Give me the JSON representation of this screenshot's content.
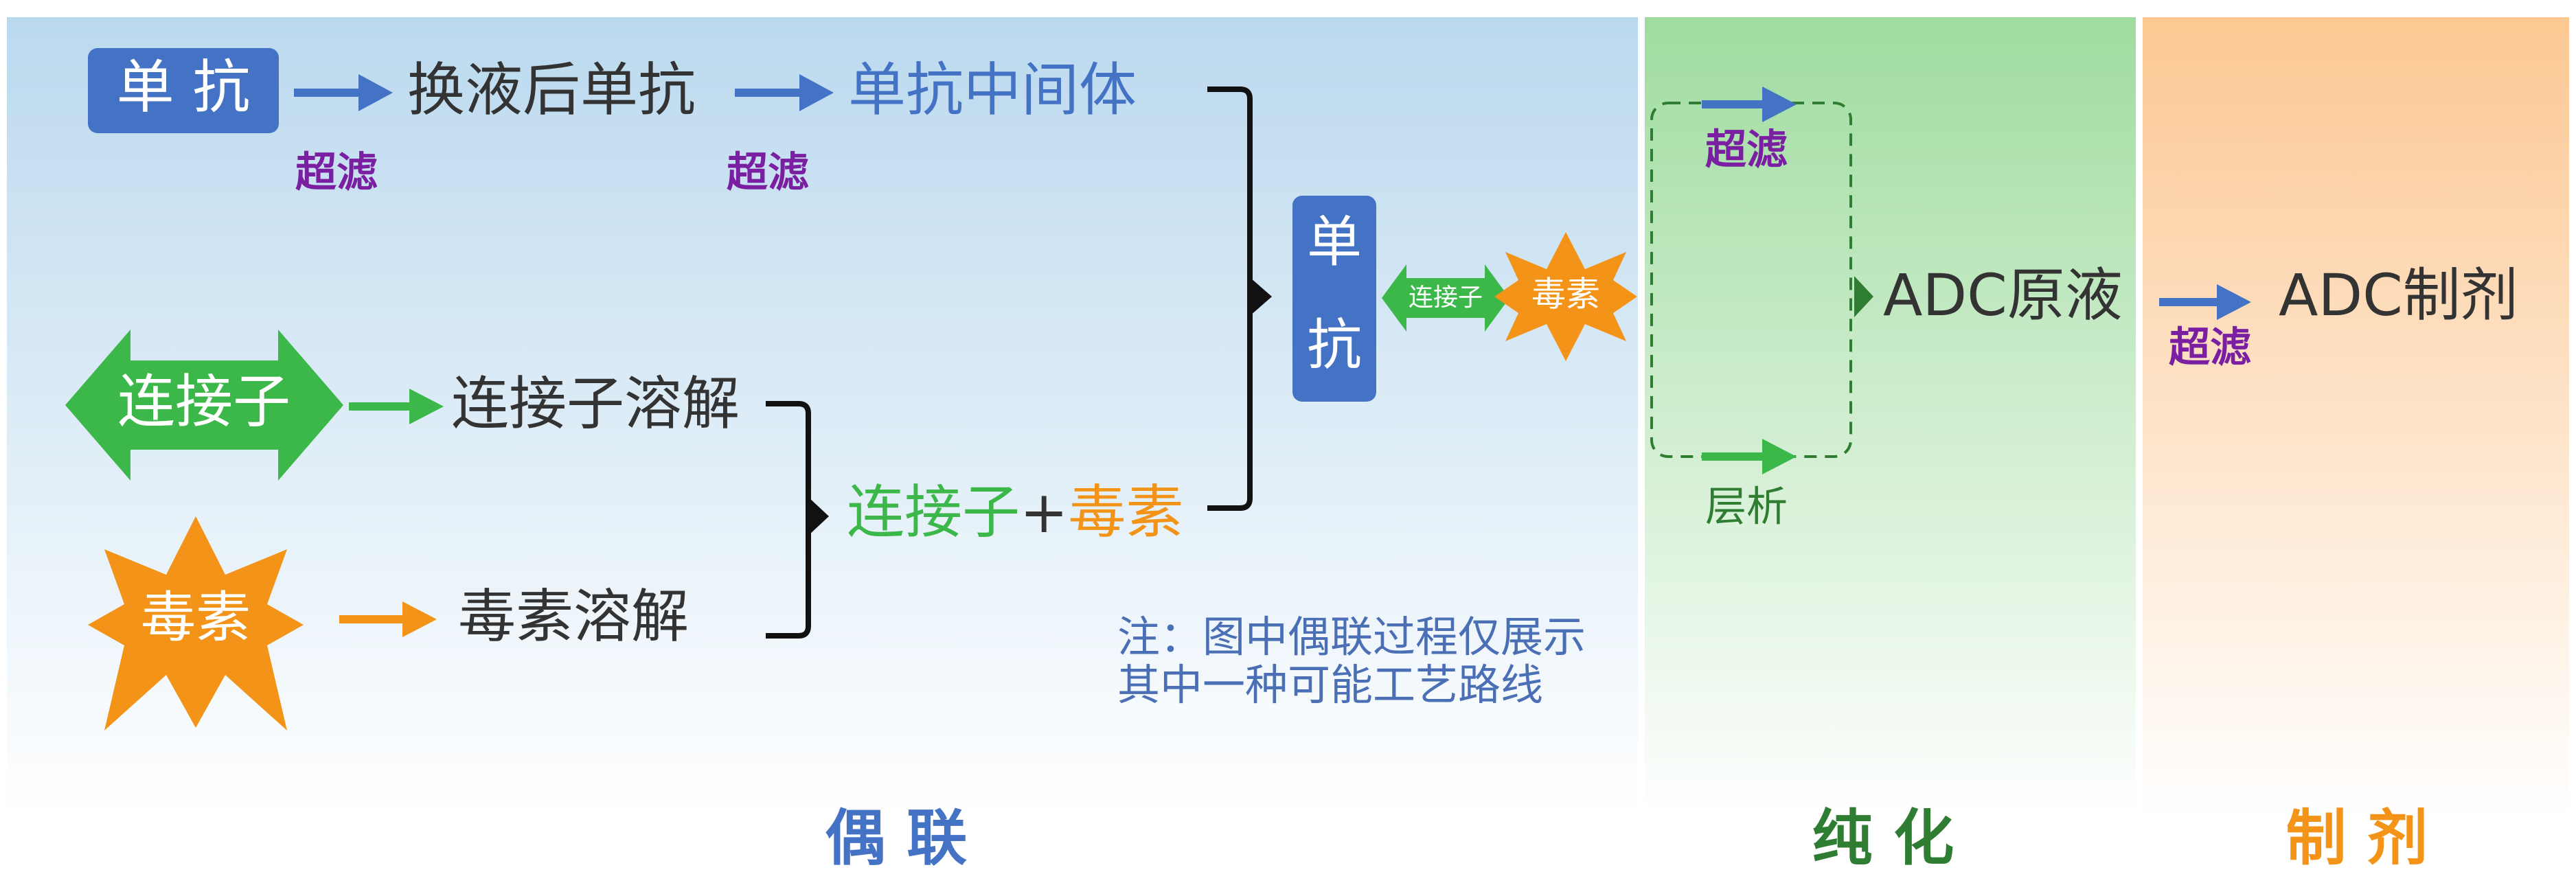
{
  "colors": {
    "blue": "#4472C4",
    "green": "#3CB84A",
    "dark_green": "#2E7D32",
    "orange": "#F39318",
    "purple": "#7B1FA2",
    "text": "#333333",
    "note": "#4A6FB5"
  },
  "conjugation": {
    "mab_label": "单 抗",
    "mab_step_label": "超滤",
    "mab_exchanged": "换液后单抗",
    "mab_step2_label": "超滤",
    "mab_intermediate": "单抗中间体",
    "linker_label": "连接子",
    "linker_dissolve": "连接子溶解",
    "toxin_label": "毒素",
    "toxin_dissolve": "毒素溶解",
    "combo_linker": "连接子",
    "combo_plus": "+",
    "combo_toxin": "毒素",
    "adc_mab_char1": "单",
    "adc_mab_char2": "抗",
    "adc_linker": "连接子",
    "adc_toxin": "毒素",
    "note_line1": "注：图中偶联过程仅展示",
    "note_line2": "其中一种可能工艺路线",
    "section_title": "偶 联"
  },
  "purification": {
    "ultrafiltration": "超滤",
    "chromatography": "层析",
    "product": "ADC原液",
    "section_title": "纯 化"
  },
  "formulation": {
    "ultrafiltration": "超滤",
    "product": "ADC制剂",
    "section_title": "制 剂"
  }
}
